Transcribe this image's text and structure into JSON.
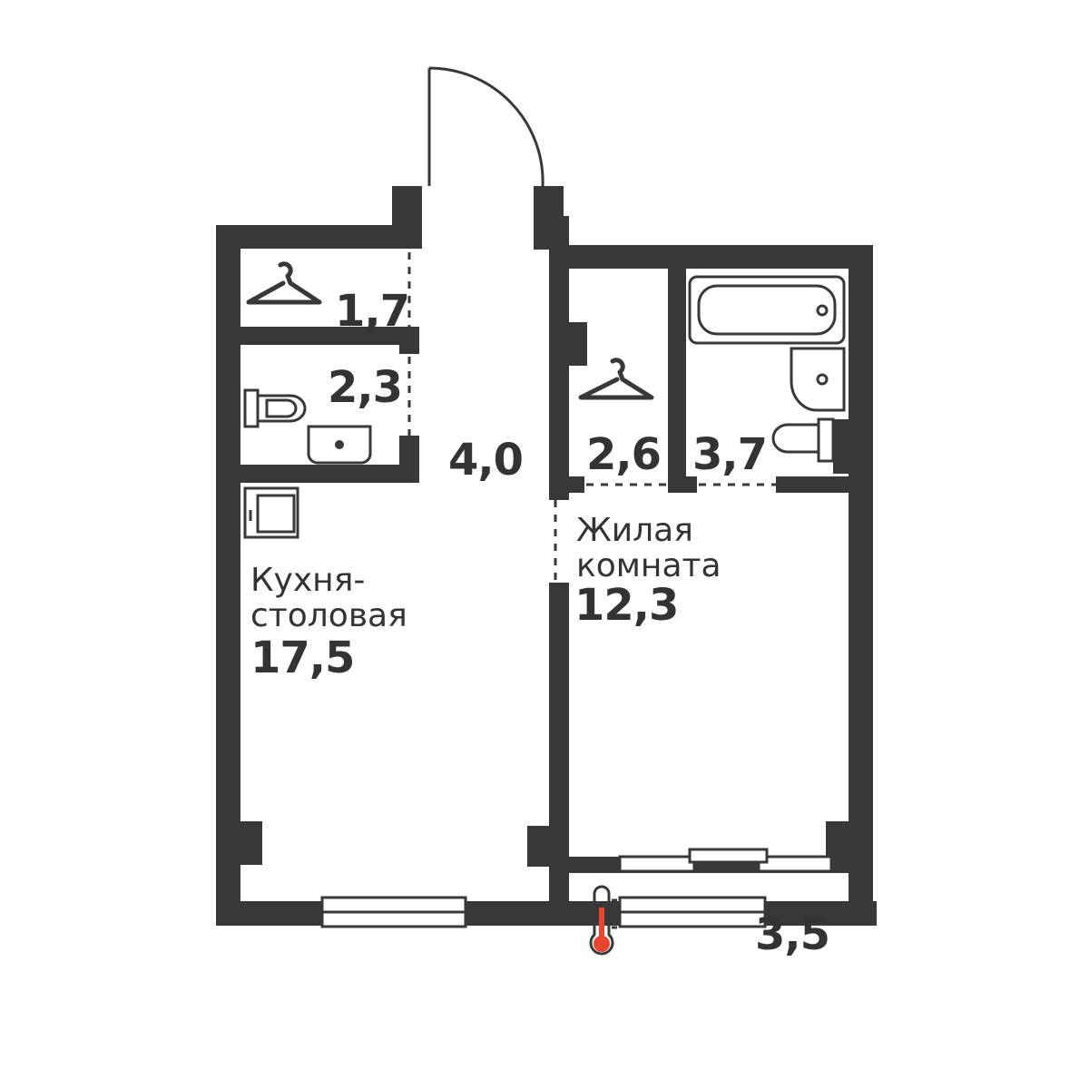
{
  "colors": {
    "wall": "#383838",
    "text": "#333333",
    "thermo_accent": "#e8452c",
    "background": "#ffffff"
  },
  "rooms": {
    "wardrobe_small": {
      "area": "1,7",
      "icon": "hanger-icon"
    },
    "bathroom_small": {
      "area": "2,3",
      "icon": "toilet-sink-icon"
    },
    "hall": {
      "area": "4,0"
    },
    "wardrobe_right": {
      "area": "2,6",
      "icon": "hanger-icon"
    },
    "bathroom_large": {
      "area": "3,7",
      "icon": "bath-icon"
    },
    "kitchen": {
      "name_line1": "Кухня-",
      "name_line2": "столовая",
      "area": "17,5",
      "icon": "stove-icon"
    },
    "living": {
      "name_line1": "Жилая",
      "name_line2": "комната",
      "area": "12,3"
    },
    "balcony": {
      "area": "3,5",
      "icon": "thermometer-icon"
    }
  }
}
